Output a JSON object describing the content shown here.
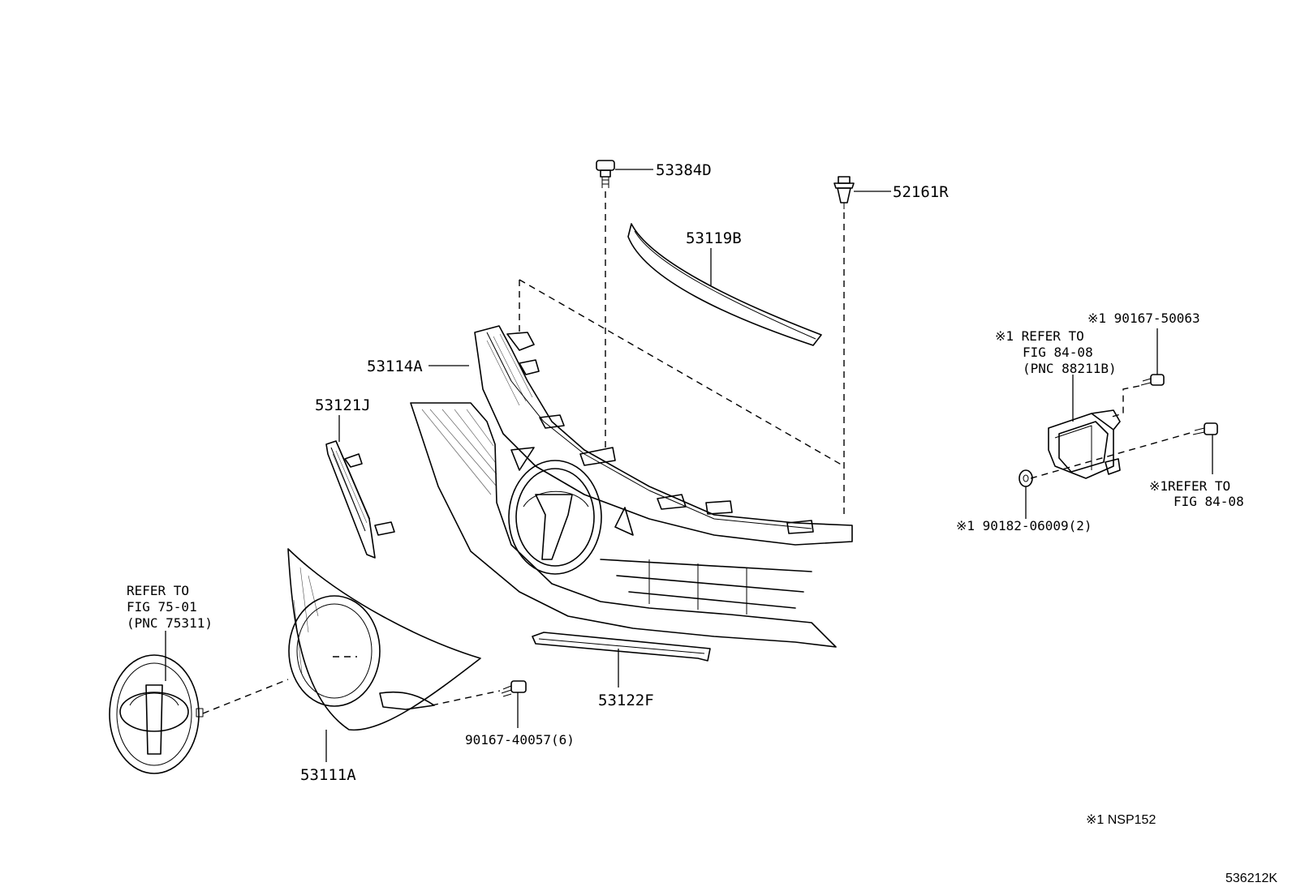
{
  "parts": {
    "p53384D": "53384D",
    "p52161R": "52161R",
    "p53119B": "53119B",
    "p53114A": "53114A",
    "p53121J": "53121J",
    "p53122F": "53122F",
    "p53111A": "53111A",
    "p90167_40057": "90167-40057(6)"
  },
  "emblem_ref": {
    "line1": "REFER TO",
    "line2": "FIG 75-01",
    "line3": "(PNC 75311)"
  },
  "sensor_ref": {
    "line1": "※1 REFER TO",
    "line2": "FIG 84-08",
    "line3": "(PNC 88211B)"
  },
  "bolt_top": "※1 90167-50063",
  "bolt_right": {
    "line1": "※1REFER TO",
    "line2": "FIG 84-08"
  },
  "nut_bottom": "※1 90182-06009(2)",
  "footnote": "※1 NSP152",
  "figure_code": "536212K"
}
